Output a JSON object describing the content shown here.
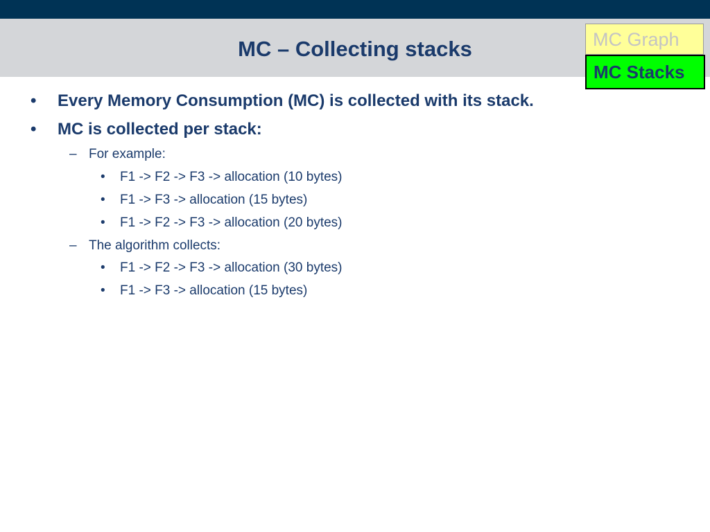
{
  "slide": {
    "title": "MC – Collecting stacks"
  },
  "nav": {
    "graph_label": "MC Graph",
    "stacks_label": "MC Stacks"
  },
  "bullets": {
    "b1": "Every Memory Consumption (MC) is collected with its stack.",
    "b2": "MC is collected per stack:",
    "sub1": "For example:",
    "sub1_items": [
      "F1 -> F2 -> F3 -> allocation (10 bytes)",
      "F1 -> F3 -> allocation (15 bytes)",
      "F1 -> F2 -> F3 -> allocation (20 bytes)"
    ],
    "sub2": "The algorithm collects:",
    "sub2_items": [
      "F1 -> F2 -> F3 -> allocation (30 bytes)",
      "F1 -> F3 -> allocation (15 bytes)"
    ],
    "markers": {
      "level1": "•",
      "level2": "–",
      "level3": "•"
    }
  },
  "colors": {
    "top_bar": "#003355",
    "title_band": "#d4d6d9",
    "text": "#1a3a6b",
    "nav_graph_bg": "#ffff99",
    "nav_stacks_bg": "#00ff00"
  }
}
